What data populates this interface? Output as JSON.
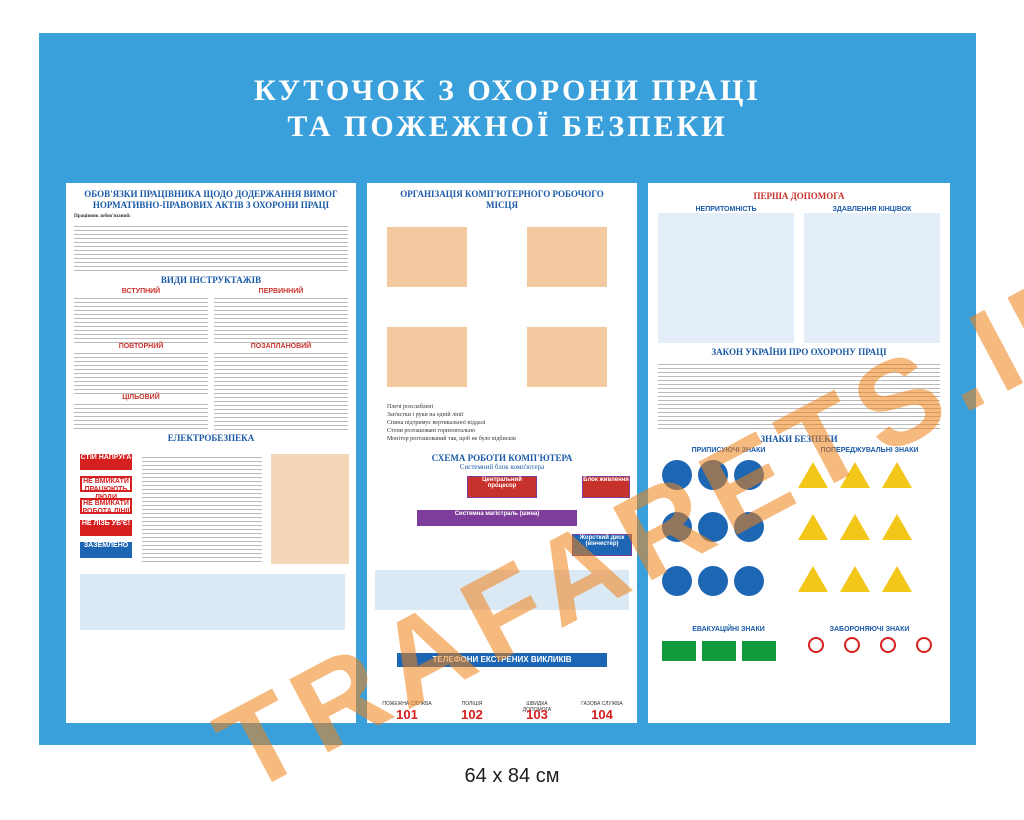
{
  "title": {
    "line1": "КУТОЧОК З ОХОРОНИ ПРАЦІ",
    "line2": "ТА ПОЖЕЖНОЇ БЕЗПЕКИ"
  },
  "left": {
    "heading": "ОБОВ'ЯЗКИ ПРАЦІВНИКА ЩОДО ДОДЕРЖАННЯ ВИМОГ НОРМАТИВНО-ПРАВОВИХ АКТІВ З ОХОРОНИ ПРАЦІ",
    "sub_heading": "Працівник зобов'язаний:",
    "briefings": "ВИДИ ІНСТРУКТАЖІВ",
    "intro": "ВСТУПНИЙ",
    "primary": "ПЕРВИННИЙ",
    "repeat": "ПОВТОРНИЙ",
    "unplanned": "ПОЗАПЛАНОВИЙ",
    "targeted": "ЦІЛЬОВИЙ",
    "electro": "ЕЛЕКТРОБЕЗПЕКА",
    "sign1": "СТІЙ НАПРУГА",
    "sign2": "НЕ ВМИКАТИ ПРАЦЮЮТЬ ЛЮДИ",
    "sign3": "НЕ ВМИКАТИ РОБОТА ЛІНІЇ",
    "sign4": "НЕ ЛІЗЬ УБ'Є!",
    "sign5": "ЗАЗЕМЛЕНО"
  },
  "middle": {
    "heading": "ОРГАНІЗАЦІЯ КОМП'ЮТЕРНОГО РОБОЧОГО МІСЦЯ",
    "bullets": [
      "Плечі розслаблені",
      "Зап'ястки і руки на одній лінії",
      "Спина підтримує вертикальної віддалі",
      "Стопи розташовані горизонтально",
      "Монітор розташований так, щоб не було відбисків"
    ],
    "scheme": "СХЕМА РОБОТИ КОМП'ЮТЕРА",
    "scheme_sub": "Системний блок комп'ютера",
    "box1": "Центральний процесор",
    "box2": "Системна магістраль (шина)",
    "box3": "Блок живлення",
    "box4": "Жорсткий диск (вінчестер)",
    "phones": "ТЕЛЕФОНИ ЕКСТРЕНИХ ВИКЛИКІВ",
    "services": [
      {
        "label": "ПОЖЕЖНА СЛУЖБА",
        "num": "101"
      },
      {
        "label": "ПОЛІЦІЯ",
        "num": "102"
      },
      {
        "label": "ШВИДКА ДОПОМОГА",
        "num": "103"
      },
      {
        "label": "ГАЗОВА СЛУЖБА",
        "num": "104"
      }
    ]
  },
  "right": {
    "heading": "ПЕРША ДОПОМОГА",
    "left_col": "НЕПРИТОМНІСТЬ",
    "right_col": "ЗДАВЛЕННЯ КІНЦІВОК",
    "law": "ЗАКОН УКРАЇНИ ПРО ОХОРОНУ ПРАЦІ",
    "safety": "ЗНАКИ БЕЗПЕКИ",
    "mandatory": "ПРИПИСУЮЧІ ЗНАКИ",
    "warning": "ПОПЕРЕДЖУВАЛЬНІ ЗНАКИ",
    "evac": "ЕВАКУАЦІЙНІ ЗНАКИ",
    "prohibit": "ЗАБОРОНЯЮЧІ ЗНАКИ"
  },
  "caption": "64 x 84 см",
  "colors": {
    "board": "#3aa0dc",
    "heading": "#1a5aa8",
    "accent": "#d62020"
  }
}
